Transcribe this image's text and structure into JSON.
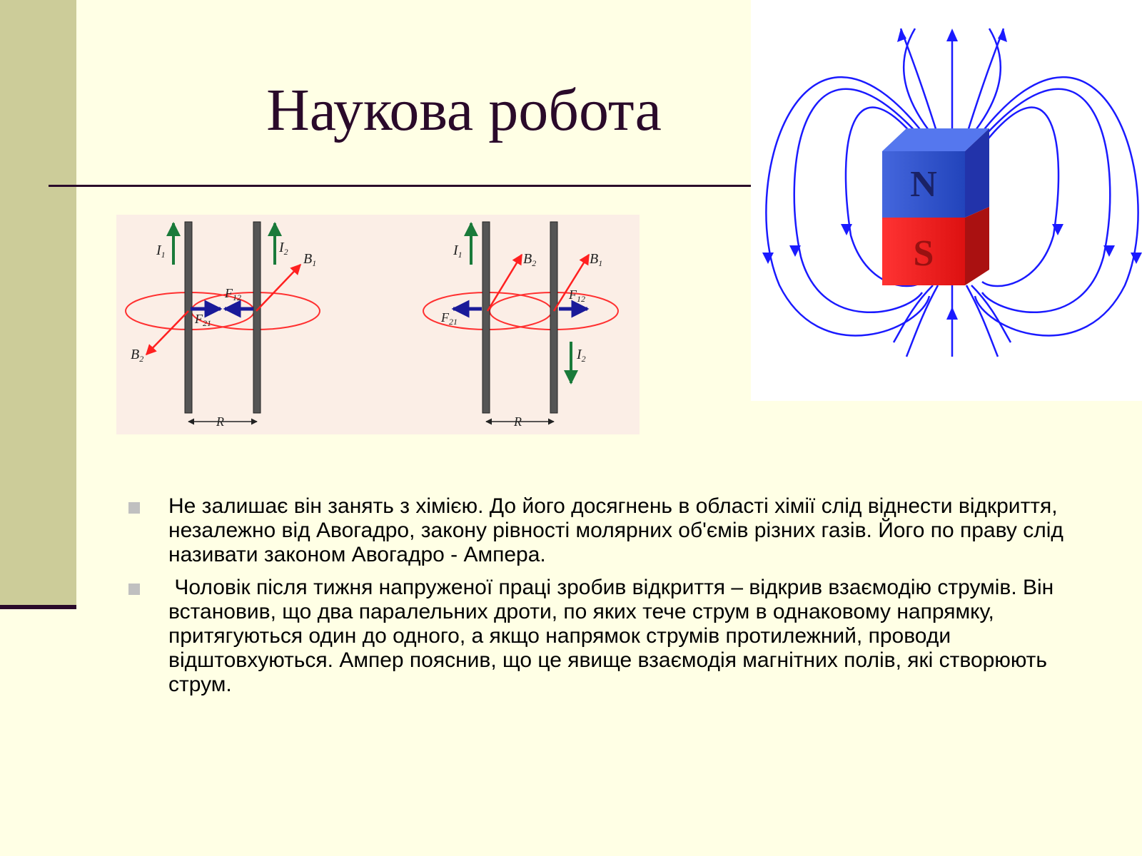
{
  "slide": {
    "title": "Наукова робота",
    "bullets": [
      "Не залишає він занять з хімією. До його досягнень в області хімії слід віднести відкриття, незалежно від Авогадро, закону рівності молярних об'ємів різних газів. Його по праву слід називати законом Авогадро - Ампера.",
      " Чоловік після тижня напруженої праці зробив відкриття – відкрив взаємодію струмів. Він встановив, що два паралельних дроти, по яких тече струм в однаковому напрямку, притягуються один до одного, а якщо напрямок струмів протилежний, проводи відштовхуються. Ампер пояснив, що це явище взаємодія магнітних полів, які створюють струм."
    ]
  },
  "figure_wires": {
    "left_panel": {
      "current1": "I",
      "current1_sub": "1",
      "current2": "I",
      "current2_sub": "2",
      "field1": "B",
      "field1_sub": "1",
      "field2": "B",
      "field2_sub": "2",
      "force12": "F",
      "force12_sub": "12",
      "force21": "F",
      "force21_sub": "21",
      "distance": "R"
    },
    "right_panel": {
      "current1": "I",
      "current1_sub": "1",
      "current2": "I",
      "current2_sub": "2",
      "field1": "B",
      "field1_sub": "1",
      "field2": "B",
      "field2_sub": "2",
      "force12": "F",
      "force12_sub": "12",
      "force21": "F",
      "force21_sub": "21",
      "distance": "R"
    }
  },
  "figure_magnet": {
    "north_label": "N",
    "south_label": "S"
  },
  "colors": {
    "background": "#ffffe5",
    "band": "#cccc99",
    "title": "#2a0a2a",
    "field_line": "#1a1aff",
    "current_arrow": "#1a7a3a",
    "field_vector": "#ff2020",
    "force_arrow": "#1a1a99",
    "north": "#3355dd",
    "south": "#ee2222"
  }
}
